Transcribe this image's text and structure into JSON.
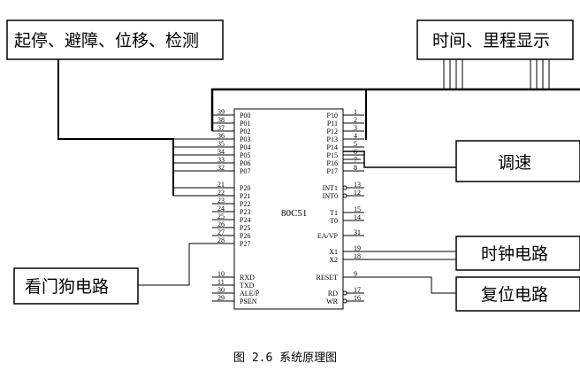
{
  "blocks": {
    "start_stop": "起停、避障、位移、检测",
    "time_mileage": "时间、里程显示",
    "speed": "调速",
    "clock": "时钟电路",
    "reset": "复位电路",
    "watchdog": "看门狗电路"
  },
  "chip": {
    "name": "80C51",
    "left_pins": [
      {
        "num": "39",
        "name": "P00"
      },
      {
        "num": "38",
        "name": "P01"
      },
      {
        "num": "37",
        "name": "P02"
      },
      {
        "num": "36",
        "name": "P03"
      },
      {
        "num": "35",
        "name": "P04"
      },
      {
        "num": "34",
        "name": "P05"
      },
      {
        "num": "33",
        "name": "P06"
      },
      {
        "num": "32",
        "name": "P07"
      },
      {
        "num": "21",
        "name": "P20"
      },
      {
        "num": "22",
        "name": "P21"
      },
      {
        "num": "23",
        "name": "P22"
      },
      {
        "num": "24",
        "name": "P23"
      },
      {
        "num": "25",
        "name": "P24"
      },
      {
        "num": "26",
        "name": "P25"
      },
      {
        "num": "27",
        "name": "P26"
      },
      {
        "num": "28",
        "name": "P27"
      },
      {
        "num": "10",
        "name": "RXD"
      },
      {
        "num": "11",
        "name": "TXD"
      },
      {
        "num": "30",
        "name": "ALE/P̄"
      },
      {
        "num": "29",
        "name": "PSEN"
      }
    ],
    "right_pins": [
      {
        "num": "1",
        "name": "P10"
      },
      {
        "num": "2",
        "name": "P11"
      },
      {
        "num": "3",
        "name": "P12"
      },
      {
        "num": "4",
        "name": "P13"
      },
      {
        "num": "5",
        "name": "P14"
      },
      {
        "num": "6",
        "name": "P15"
      },
      {
        "num": "7",
        "name": "P16"
      },
      {
        "num": "8",
        "name": "P17"
      },
      {
        "num": "13",
        "name": "INT1"
      },
      {
        "num": "12",
        "name": "INT0"
      },
      {
        "num": "15",
        "name": "T1"
      },
      {
        "num": "14",
        "name": "T0"
      },
      {
        "num": "31",
        "name": "EA/VP"
      },
      {
        "num": "19",
        "name": "X1"
      },
      {
        "num": "18",
        "name": "X2"
      },
      {
        "num": "9",
        "name": "RESET"
      },
      {
        "num": "17",
        "name": "RD"
      },
      {
        "num": "16",
        "name": "WR"
      }
    ]
  },
  "caption": "图 2.6 系统原理图"
}
